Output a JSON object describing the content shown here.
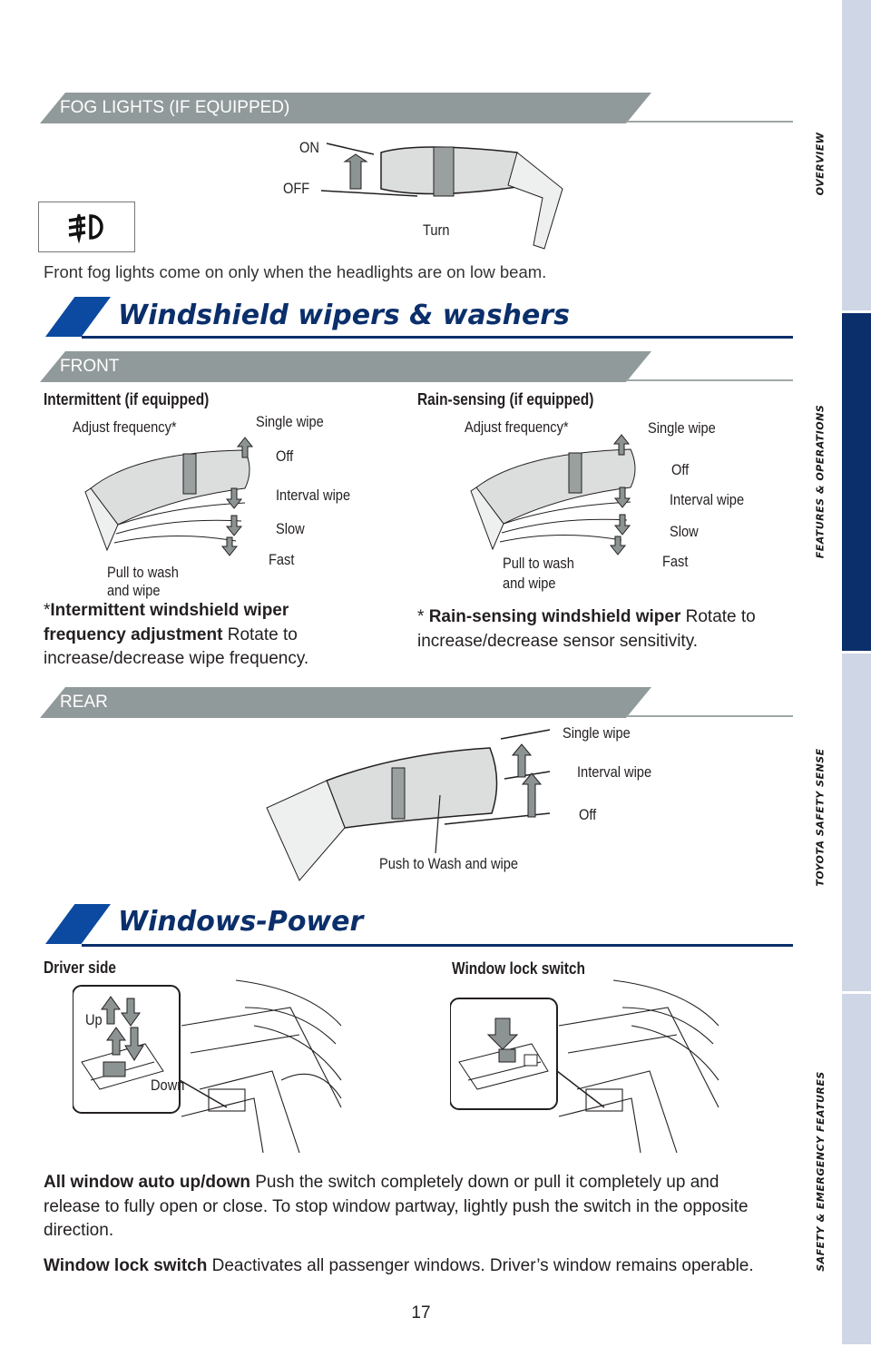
{
  "side_tabs": [
    {
      "label": "OVERVIEW",
      "active": false
    },
    {
      "label": "FEATURES & OPERATIONS",
      "active": true
    },
    {
      "label": "TOYOTA SAFETY SENSE",
      "active": false
    },
    {
      "label": "SAFETY & EMERGENCY FEATURES",
      "active": false
    }
  ],
  "fog": {
    "header": "FOG LIGHTS (IF EQUIPPED)",
    "on": "ON",
    "off": "OFF",
    "turn": "Turn",
    "note": "Front fog lights come on only when the headlights are on low beam.",
    "icon": "fog-light-icon"
  },
  "wipers": {
    "title": "Windshield wipers & washers",
    "front_header": "FRONT",
    "intermittent": {
      "title": "Intermittent (if equipped)",
      "adjust": "Adjust frequency*",
      "single": "Single wipe",
      "off": "Off",
      "interval": "Interval wipe",
      "slow": "Slow",
      "fast": "Fast",
      "pull1": "Pull to wash",
      "pull2": "and wipe",
      "note_star": "*",
      "note_bold": "Intermittent windshield wiper frequency adjustment",
      "note_text": " Rotate to increase/decrease wipe frequency."
    },
    "rain": {
      "title": "Rain-sensing (if equipped)",
      "adjust": "Adjust frequency*",
      "single": "Single wipe",
      "off": "Off",
      "interval": "Interval wipe",
      "slow": "Slow",
      "fast": "Fast",
      "pull1": "Pull to wash",
      "pull2": "and wipe",
      "note_star": "* ",
      "note_bold": "Rain-sensing windshield wiper",
      "note_text": " Rotate to increase/decrease sensor sensitivity."
    },
    "rear_header": "REAR",
    "rear": {
      "single": "Single wipe",
      "interval": "Interval wipe",
      "off": "Off",
      "push": "Push to Wash and wipe"
    }
  },
  "windows": {
    "title": "Windows-Power",
    "driver_side": "Driver side",
    "up": "Up",
    "down": "Down",
    "lock_switch": "Window lock switch",
    "p1_bold": "All window auto up/down",
    "p1_text": " Push the switch completely down or pull it completely up and release to fully open or close. To stop window partway, lightly push the switch in the opposite direction.",
    "p2_bold": "Window lock switch",
    "p2_text": " Deactivates all passenger windows. Driver’s window remains operable."
  },
  "page_number": "17",
  "colors": {
    "navy": "#0b2f6b",
    "blue": "#0b4aa0",
    "gray_header": "#919a9a",
    "tab_bg": "#cfd6e6"
  }
}
